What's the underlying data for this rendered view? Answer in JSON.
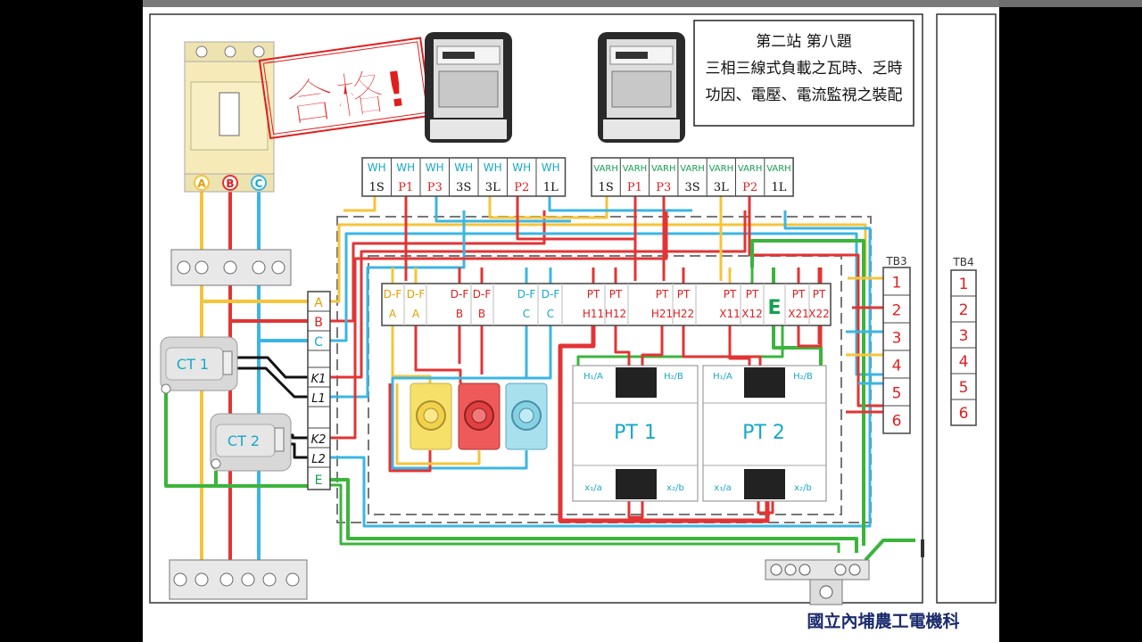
{
  "stamp": {
    "text": "合格!"
  },
  "title_box": {
    "line1": "第二站 第八題",
    "line2": "三相三線式負載之瓦時、乏時",
    "line3": "功因、電壓、電流監視之裝配"
  },
  "footer": {
    "school": "國立內埔農工電機科"
  },
  "breaker": {
    "phase_labels": [
      "A",
      "B",
      "C"
    ]
  },
  "wh_terminals": {
    "headers": [
      "WH",
      "WH",
      "WH",
      "WH",
      "WH",
      "WH",
      "WH"
    ],
    "labels": [
      "1S",
      "P1",
      "P3",
      "3S",
      "3L",
      "P2",
      "1L"
    ]
  },
  "varh_terminals": {
    "headers": [
      "VARH",
      "VARH",
      "VARH",
      "VARH",
      "VARH",
      "VARH",
      "VARH"
    ],
    "labels": [
      "1S",
      "P1",
      "P3",
      "3S",
      "3L",
      "P2",
      "1L"
    ]
  },
  "left_terminals": {
    "labels": [
      "A",
      "B",
      "C",
      "K1",
      "L1",
      "K2",
      "L2",
      "E"
    ]
  },
  "ct": {
    "ct1": "CT 1",
    "ct2": "CT 2"
  },
  "mid_terminals": {
    "top": [
      "D-F",
      "D-F",
      "D-F",
      "D-F",
      "D-F",
      "D-F",
      "PT",
      "PT",
      "PT",
      "PT",
      "PT",
      "PT",
      "PT",
      "PT"
    ],
    "bottom": [
      "A",
      "A",
      "B",
      "B",
      "C",
      "C",
      "H11",
      "H12",
      "H21",
      "H22",
      "X11",
      "X12",
      "X21",
      "X22"
    ],
    "earth": "E"
  },
  "pt": {
    "pt1": "PT 1",
    "pt2": "PT 2",
    "h1": "H₁/A",
    "h2": "H₂/B",
    "x1": "x₁/a",
    "x2": "x₂/b"
  },
  "tb3": {
    "label": "TB3",
    "numbers": [
      "1",
      "2",
      "3",
      "4",
      "5",
      "6"
    ]
  },
  "tb4": {
    "label": "TB4",
    "numbers": [
      "1",
      "2",
      "3",
      "4",
      "5",
      "6"
    ]
  },
  "colors": {
    "phase_a": "#f5c43a",
    "phase_b": "#e23434",
    "phase_c": "#3bb6e2",
    "earth": "#3cb43c",
    "stamp": "#e01e1e",
    "label_red": "#e01e1e",
    "label_cyan": "#18a8c8",
    "label_green": "#14a050"
  },
  "icons": [
    "breaker-icon",
    "kwh-meter-icon",
    "kvarh-meter-icon",
    "ct-icon",
    "indicator-lamp-icon",
    "pt-icon",
    "terminal-block-icon"
  ]
}
